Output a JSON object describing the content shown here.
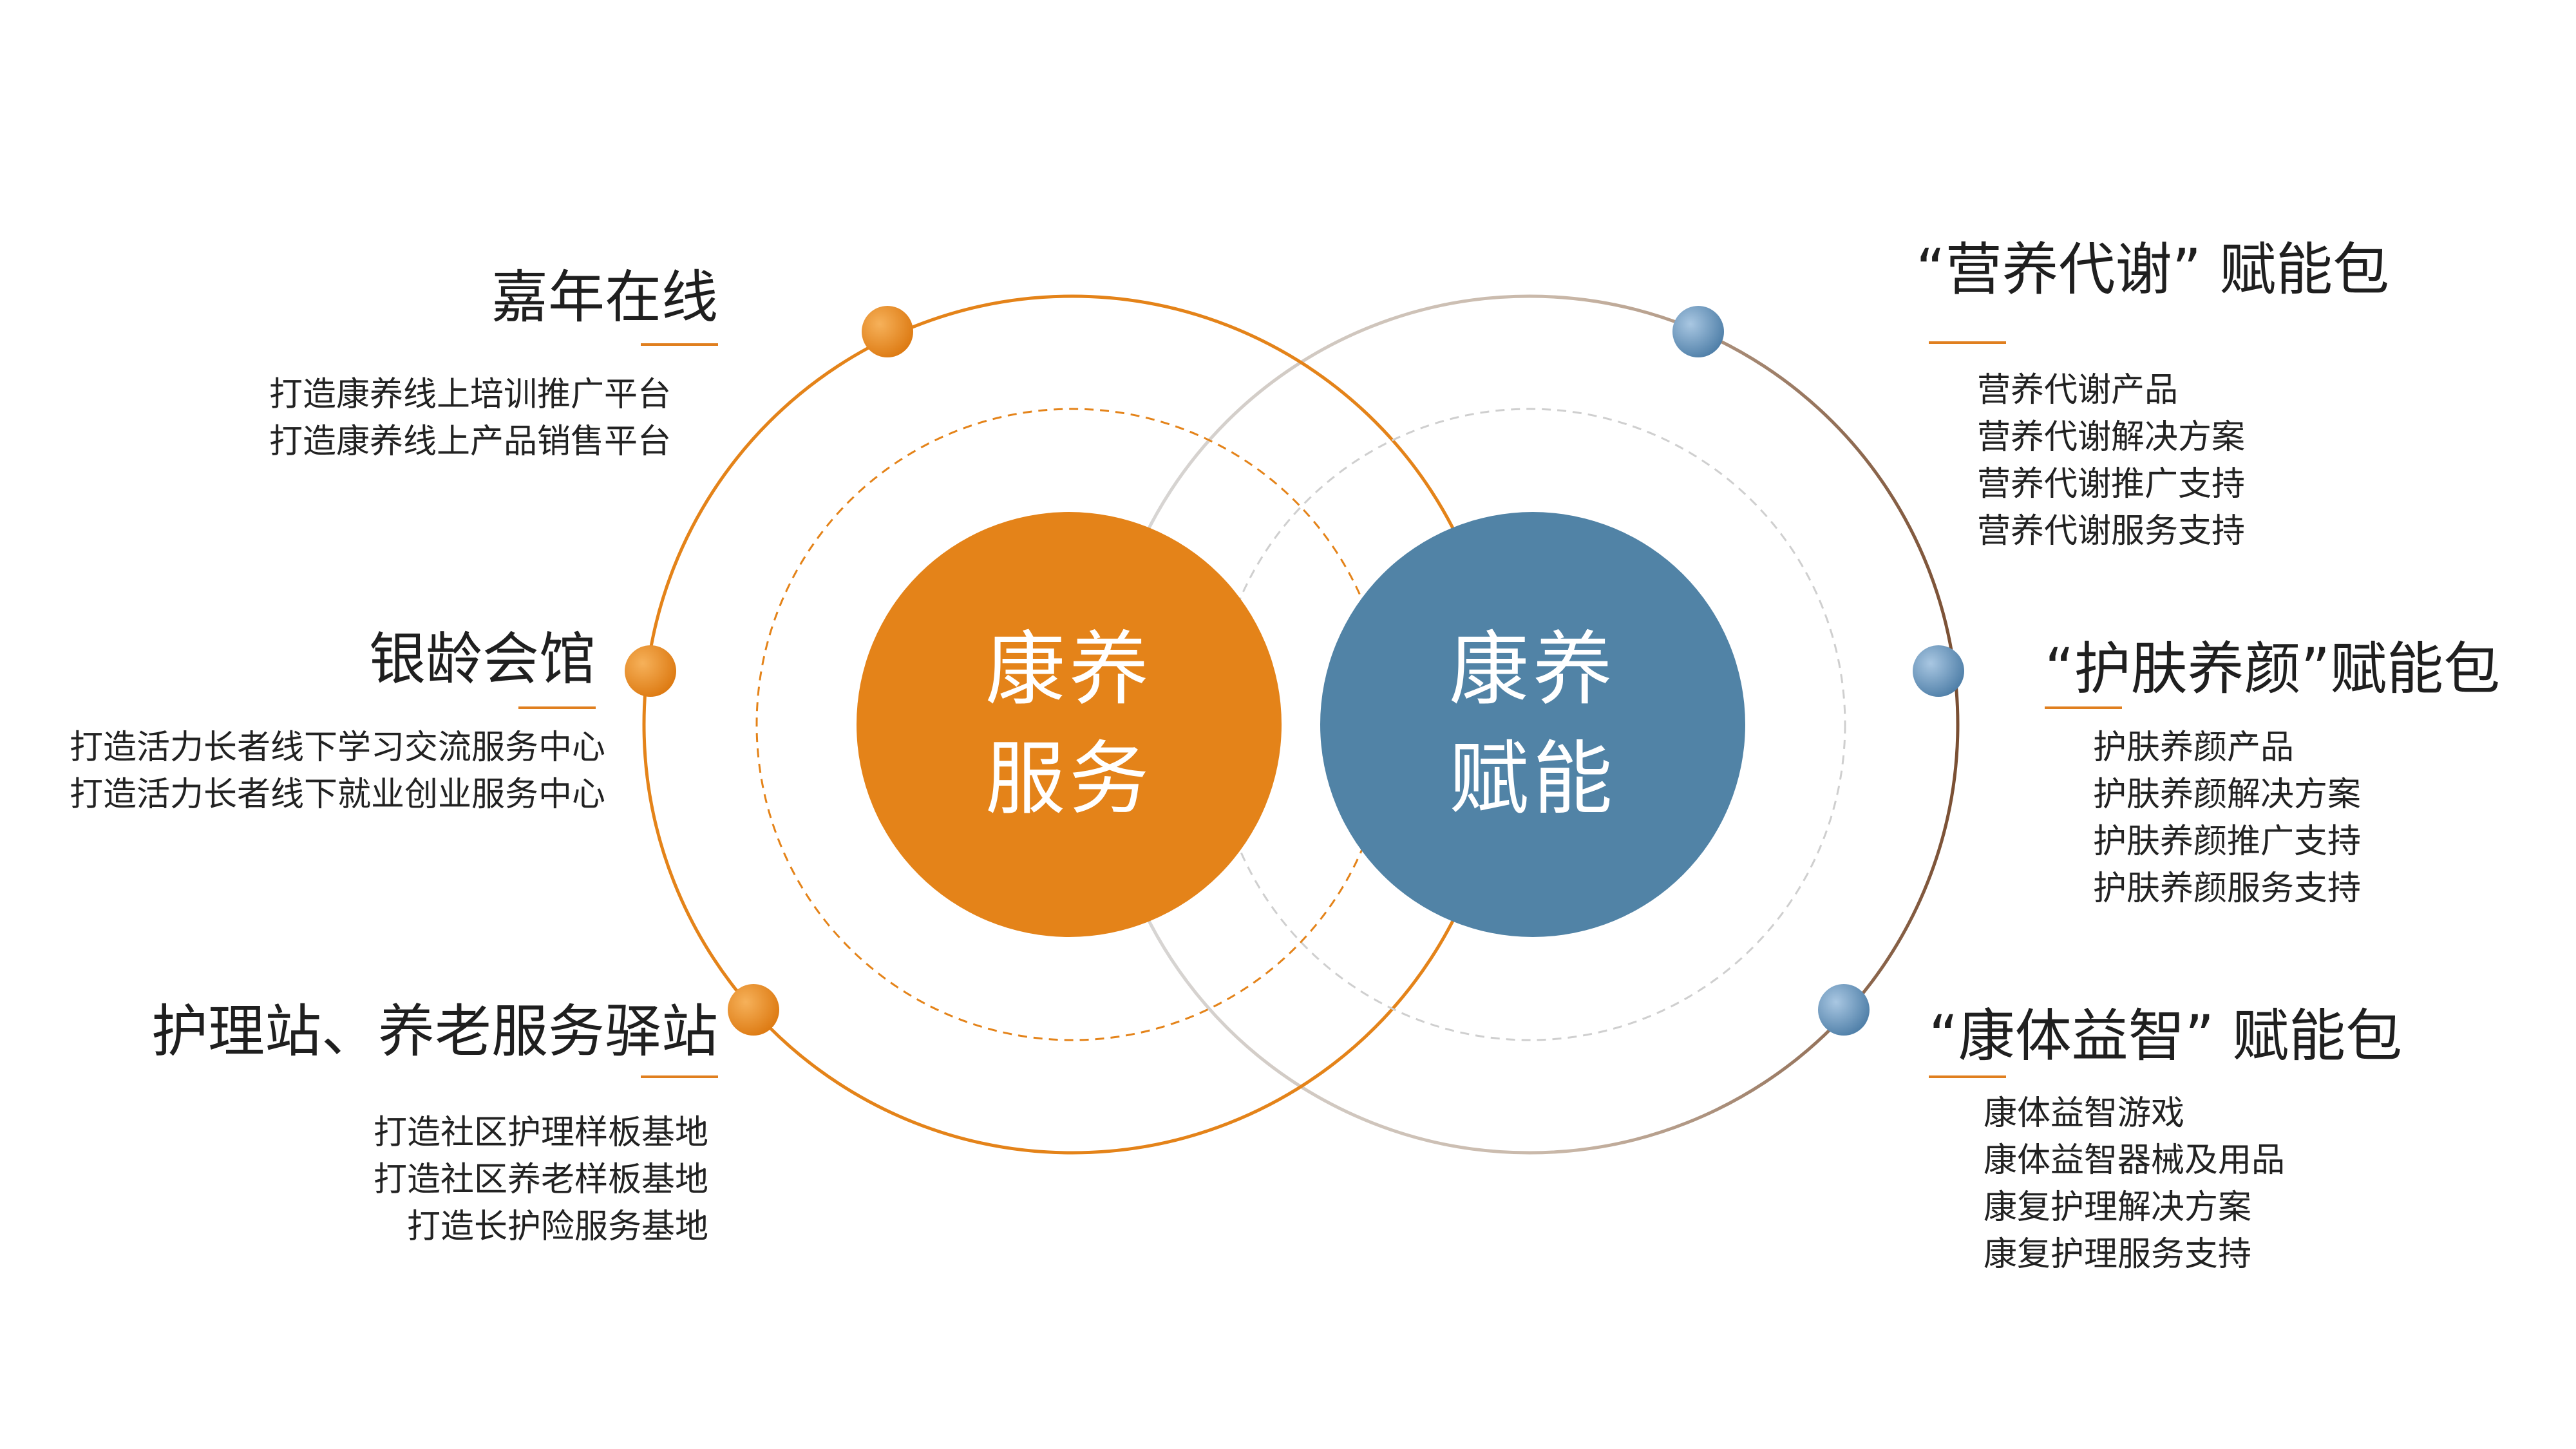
{
  "colors": {
    "orange": "#E48319",
    "blue": "#5183A6",
    "dot_blue": "#6E9AC0",
    "brown": "#8A6449",
    "label_orange": "#E07F1F"
  },
  "centers": {
    "left": {
      "line1": "康养",
      "line2": "服务"
    },
    "right": {
      "line1": "康养",
      "line2": "赋能"
    }
  },
  "left_groups": [
    {
      "title": "嘉年在线",
      "items": [
        "打造康养线上培训推广平台",
        "打造康养线上产品销售平台"
      ]
    },
    {
      "title": "银龄会馆",
      "items": [
        "打造活力长者线下学习交流服务中心",
        "打造活力长者线下就业创业服务中心"
      ]
    },
    {
      "title": "护理站、养老服务驿站",
      "items": [
        "打造社区护理样板基地",
        "打造社区养老样板基地",
        "打造长护险服务基地"
      ]
    }
  ],
  "right_groups": [
    {
      "title": "“营养代谢” 赋能包",
      "items": [
        "营养代谢产品",
        "营养代谢解决方案",
        "营养代谢推广支持",
        "营养代谢服务支持"
      ]
    },
    {
      "title": "“护肤养颜”赋能包",
      "items": [
        "护肤养颜产品",
        "护肤养颜解决方案",
        "护肤养颜推广支持",
        "护肤养颜服务支持"
      ]
    },
    {
      "title": "“康体益智” 赋能包",
      "items": [
        "康体益智游戏",
        "康体益智器械及用品",
        "康复护理解决方案",
        "康复护理服务支持"
      ]
    }
  ]
}
